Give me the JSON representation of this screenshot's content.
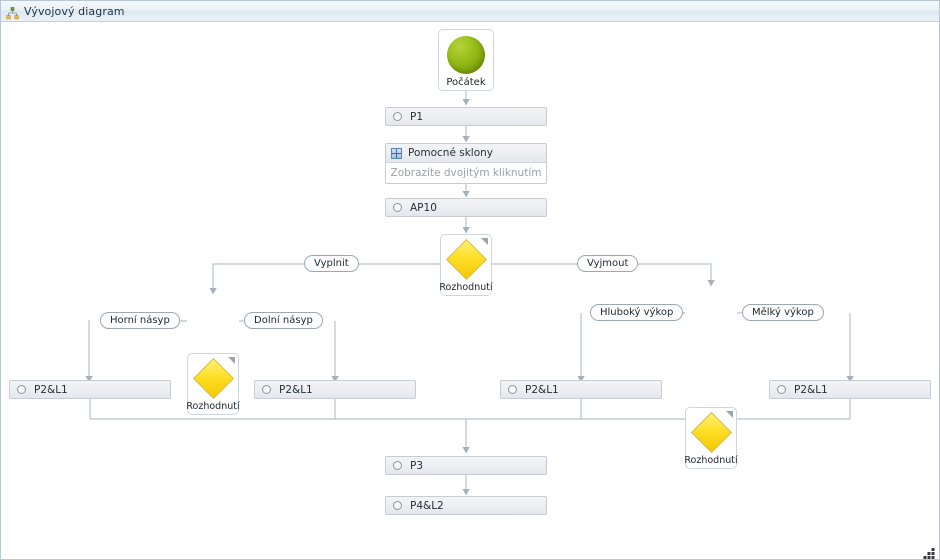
{
  "window": {
    "title": "Vývojový diagram",
    "title_icon": "tree-diagram-icon",
    "resize_grip_icon": "resize-grip-icon"
  },
  "colors": {
    "titlebar_text": "#1b3348",
    "titlebar_bg": "#e9f0f7",
    "canvas_bg": "#ffffff",
    "bar_fill": "#eceef1",
    "bar_border": "#c8ccd2",
    "start_green": "#9dc21f",
    "decision_yellow": "#ffe02b",
    "connector": "#b7c1cc",
    "hint_text": "#9aa1a9"
  },
  "diagram": {
    "start": {
      "label": "Počátek",
      "icon": "green-sphere-icon"
    },
    "steps": {
      "p1": {
        "label": "P1",
        "icon": "circle-ring-icon"
      },
      "ap10": {
        "label": "AP10",
        "icon": "circle-ring-icon"
      },
      "p3": {
        "label": "P3",
        "icon": "circle-ring-icon"
      },
      "p4l2": {
        "label": "P4&L2",
        "icon": "circle-ring-icon"
      }
    },
    "subprocess": {
      "title": "Pomocné sklony",
      "hint": "Zobrazíte dvojitým kliknutím",
      "icon": "subdiagram-icon"
    },
    "decisions": {
      "main": {
        "label": "Rozhodnutí",
        "icon": "yellow-diamond-icon"
      },
      "left": {
        "label": "Rozhodnutí",
        "icon": "yellow-diamond-icon"
      },
      "right": {
        "label": "Rozhodnutí",
        "icon": "yellow-diamond-icon"
      }
    },
    "edge_labels": {
      "fill": "Vyplnit",
      "cut": "Vyjmout",
      "upper_embankment": "Horní násyp",
      "lower_embankment": "Dolní násyp",
      "deep_excavation": "Hluboký výkop",
      "shallow_excavation": "Mělký výkop"
    },
    "leaves": [
      {
        "label": "P2&L1",
        "icon": "circle-ring-icon"
      },
      {
        "label": "P2&L1",
        "icon": "circle-ring-icon"
      },
      {
        "label": "P2&L1",
        "icon": "circle-ring-icon"
      },
      {
        "label": "P2&L1",
        "icon": "circle-ring-icon"
      }
    ]
  }
}
